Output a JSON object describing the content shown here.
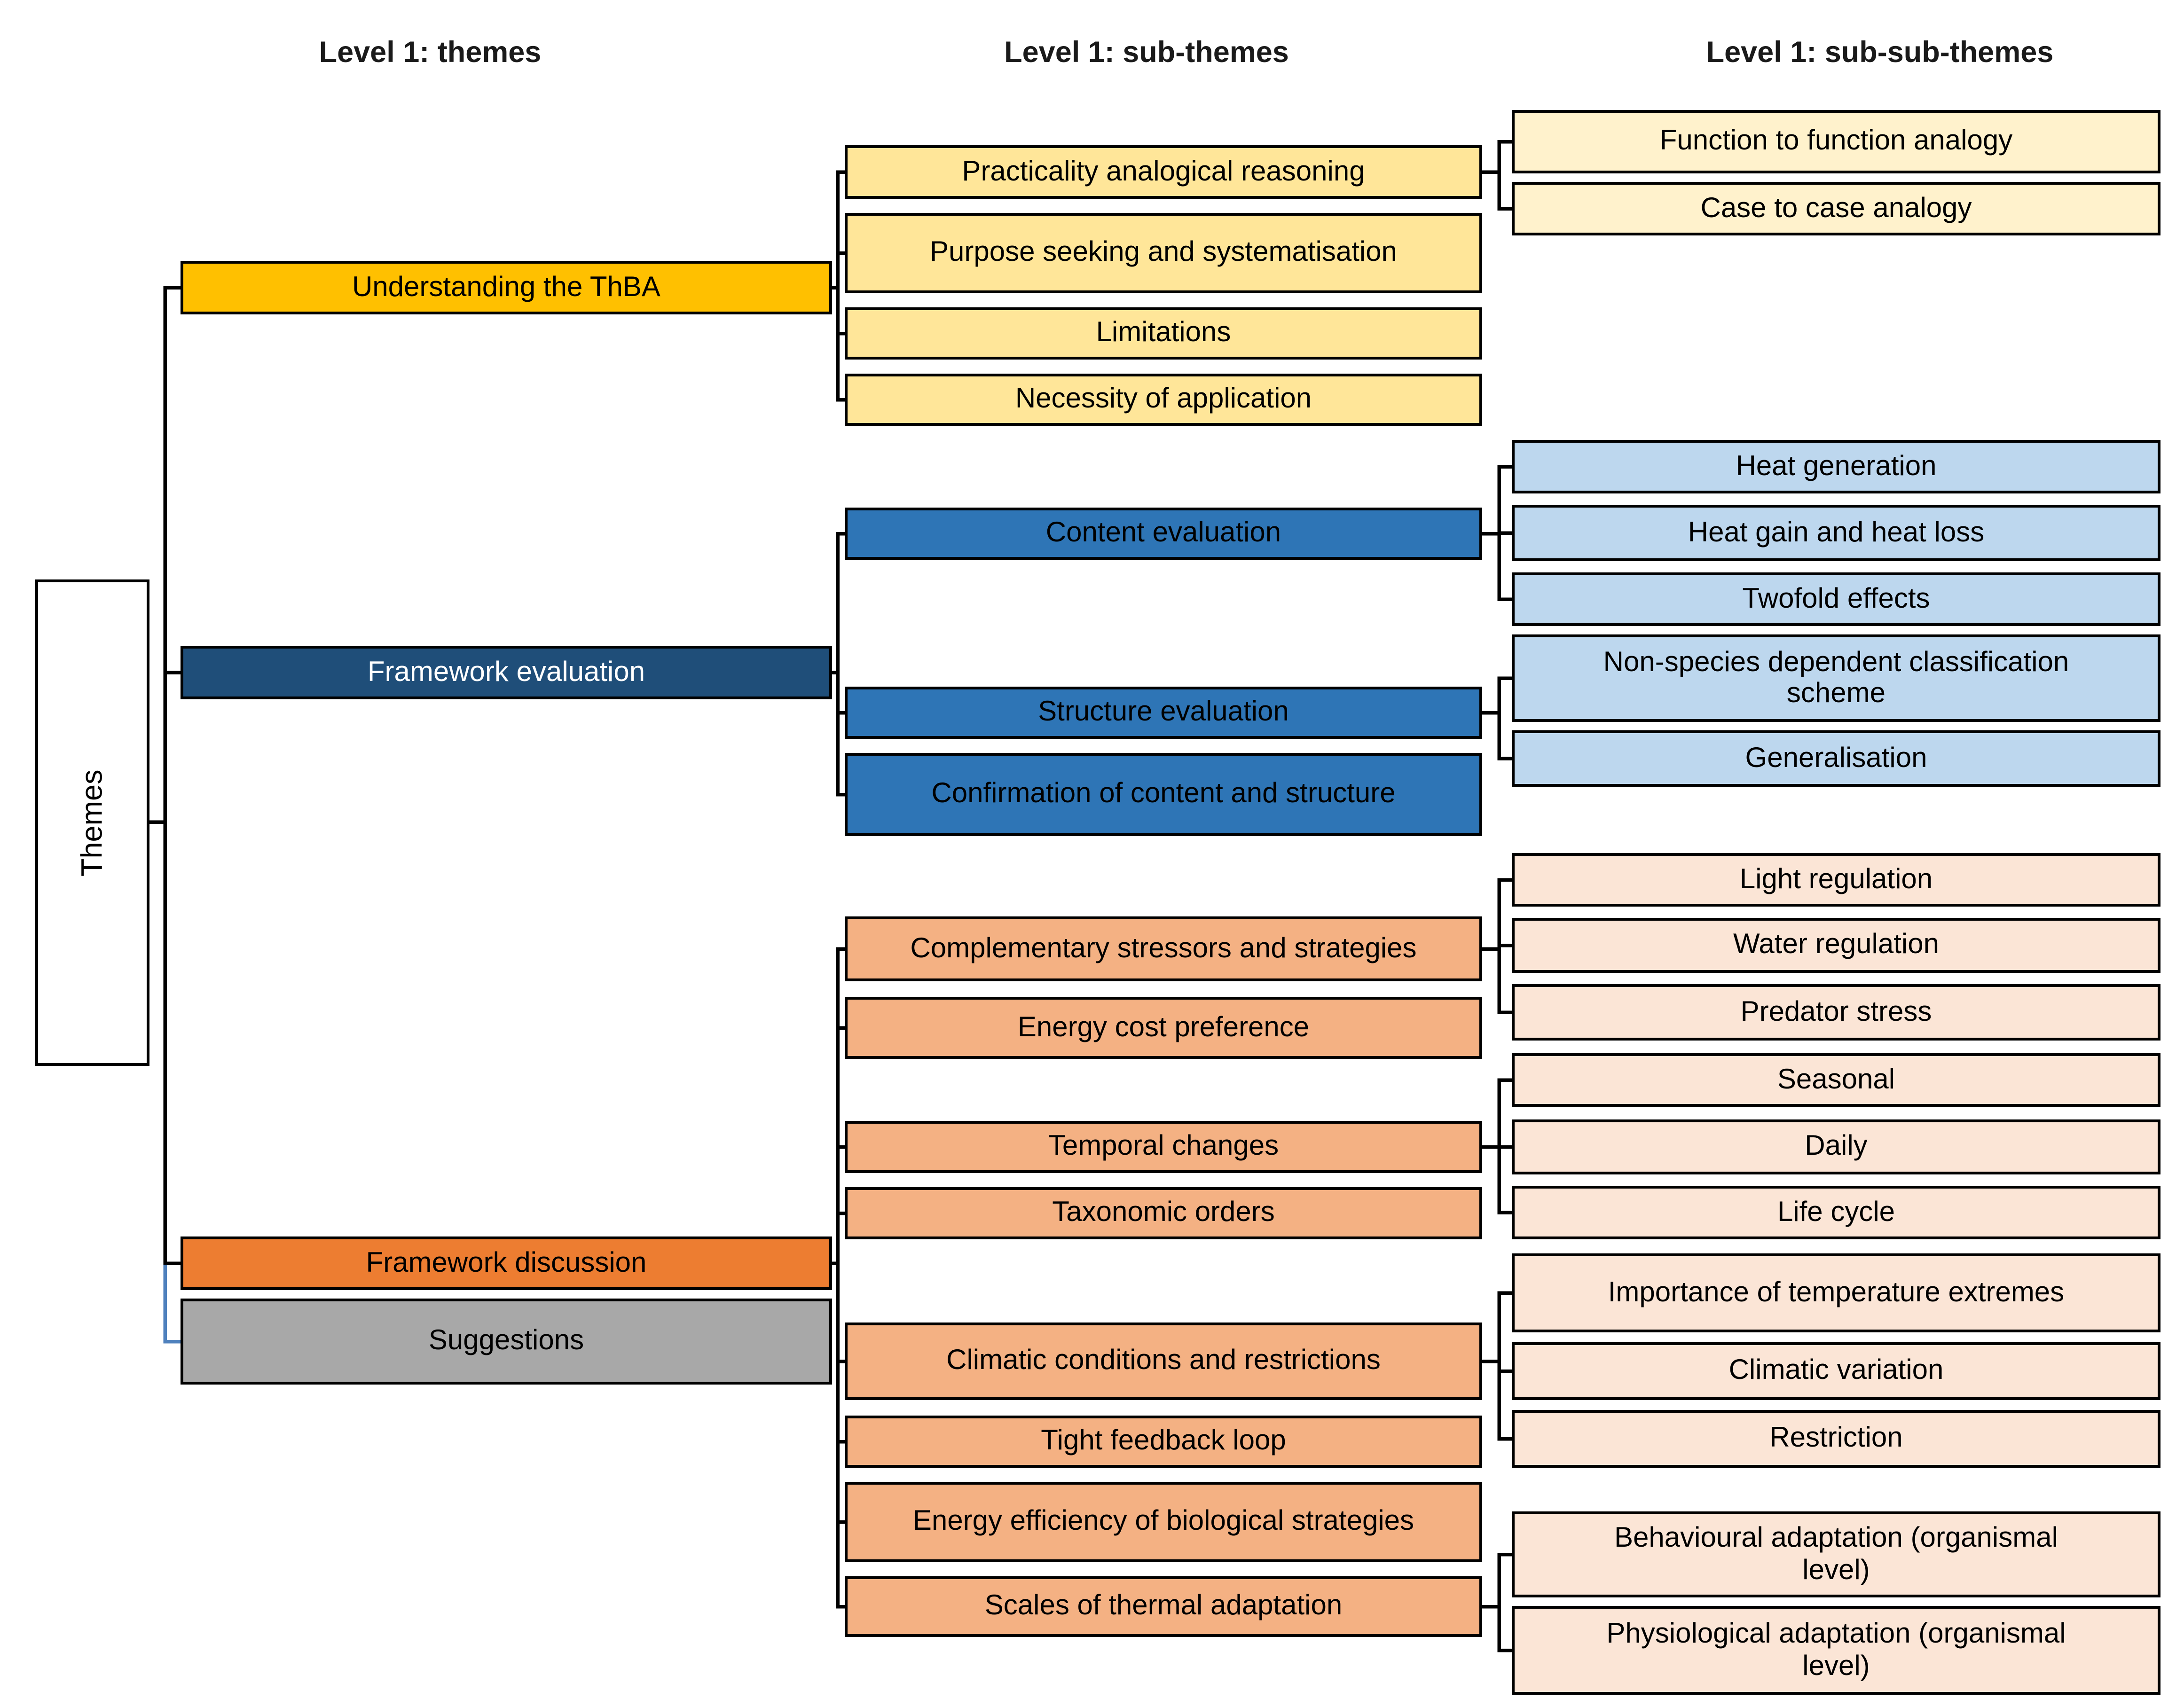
{
  "headers": {
    "level1_themes": "Level 1: themes",
    "level1_sub_themes": "Level 1: sub-themes",
    "level1_sub_sub_themes": "Level 1: sub-sub-themes"
  },
  "root_label": "Themes",
  "themes": {
    "thba": "Understanding the ThBA",
    "feval": "Framework evaluation",
    "fdisc": "Framework discussion",
    "sugg": "Suggestions"
  },
  "sub_themes": {
    "practicality": "Practicality analogical reasoning",
    "purpose": "Purpose seeking and systematisation",
    "limitations": "Limitations",
    "necessity": "Necessity of application",
    "content": "Content evaluation",
    "structure": "Structure evaluation",
    "confirmation": "Confirmation of content and structure",
    "complementary": "Complementary stressors and strategies",
    "energycost": "Energy cost preference",
    "temporal": "Temporal changes",
    "taxonomic": "Taxonomic orders",
    "climcond": "Climatic conditions and restrictions",
    "tightloop": "Tight feedback loop",
    "energyeff": "Energy efficiency of biological strategies",
    "scales": "Scales of thermal adaptation"
  },
  "sub_sub_themes": {
    "func": "Function to function analogy",
    "case": "Case to case analogy",
    "heatgen": "Heat generation",
    "heatgain": "Heat gain and heat loss",
    "twofold": "Twofold effects",
    "nonspecies": "Non-species dependent classification\nscheme",
    "generalisation": "Generalisation",
    "lightreg": "Light regulation",
    "waterreg": "Water regulation",
    "predator": "Predator stress",
    "seasonal": "Seasonal",
    "daily": "Daily",
    "lifecycle": "Life cycle",
    "importance": "Importance of temperature extremes",
    "climvar": "Climatic variation",
    "restriction": "Restriction",
    "behavioural": "Behavioural adaptation (organismal\nlevel)",
    "physiological": "Physiological adaptation (organismal\nlevel)"
  },
  "colors": {
    "theme_gold": "#FFC000",
    "theme_navy": "#1F4E79",
    "theme_orange": "#ED7D31",
    "theme_gray": "#A8A8A8",
    "sub_yellow": "#FFE699",
    "sub_blue": "#2E75B6",
    "sub_orange": "#F4B183",
    "subsub_cream": "#FFF2CC",
    "subsub_blue": "#BDD7EE",
    "subsub_peach": "#FBE5D6",
    "connector_black": "#000000",
    "connector_blue": "#4F81BD",
    "border": "#000000"
  },
  "tree": {
    "Themes": {
      "Understanding the ThBA": {
        "Practicality analogical reasoning": [
          "Function to function analogy",
          "Case to case analogy"
        ],
        "Purpose seeking and systematisation": [],
        "Limitations": [],
        "Necessity of application": []
      },
      "Framework evaluation": {
        "Content evaluation": [
          "Heat generation",
          "Heat gain and heat loss",
          "Twofold effects"
        ],
        "Structure evaluation": [
          "Non-species dependent classification scheme",
          "Generalisation"
        ],
        "Confirmation of content and structure": []
      },
      "Framework discussion": {
        "Complementary stressors and strategies": [
          "Light regulation",
          "Water regulation",
          "Predator stress"
        ],
        "Energy cost preference": [],
        "Temporal changes": [
          "Seasonal",
          "Daily",
          "Life cycle"
        ],
        "Taxonomic orders": [],
        "Climatic conditions and restrictions": [
          "Importance of temperature extremes",
          "Climatic variation",
          "Restriction"
        ],
        "Tight feedback loop": [],
        "Energy efficiency of biological strategies": [],
        "Scales of thermal adaptation": [
          "Behavioural adaptation (organismal level)",
          "Physiological adaptation (organismal level)"
        ]
      },
      "Suggestions": {}
    }
  }
}
